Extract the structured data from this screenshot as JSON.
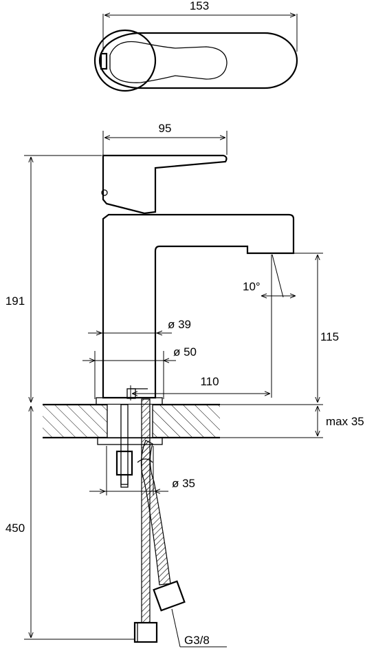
{
  "dimensions": {
    "top_width": "153",
    "body_width": "95",
    "total_height": "191",
    "angle": "10°",
    "spout_height": "115",
    "dia_39": "ø 39",
    "dia_50": "ø 50",
    "reach": "110",
    "max_thickness": "max 35",
    "dia_35": "ø 35",
    "hose_length": "450",
    "thread": "G3/8"
  }
}
